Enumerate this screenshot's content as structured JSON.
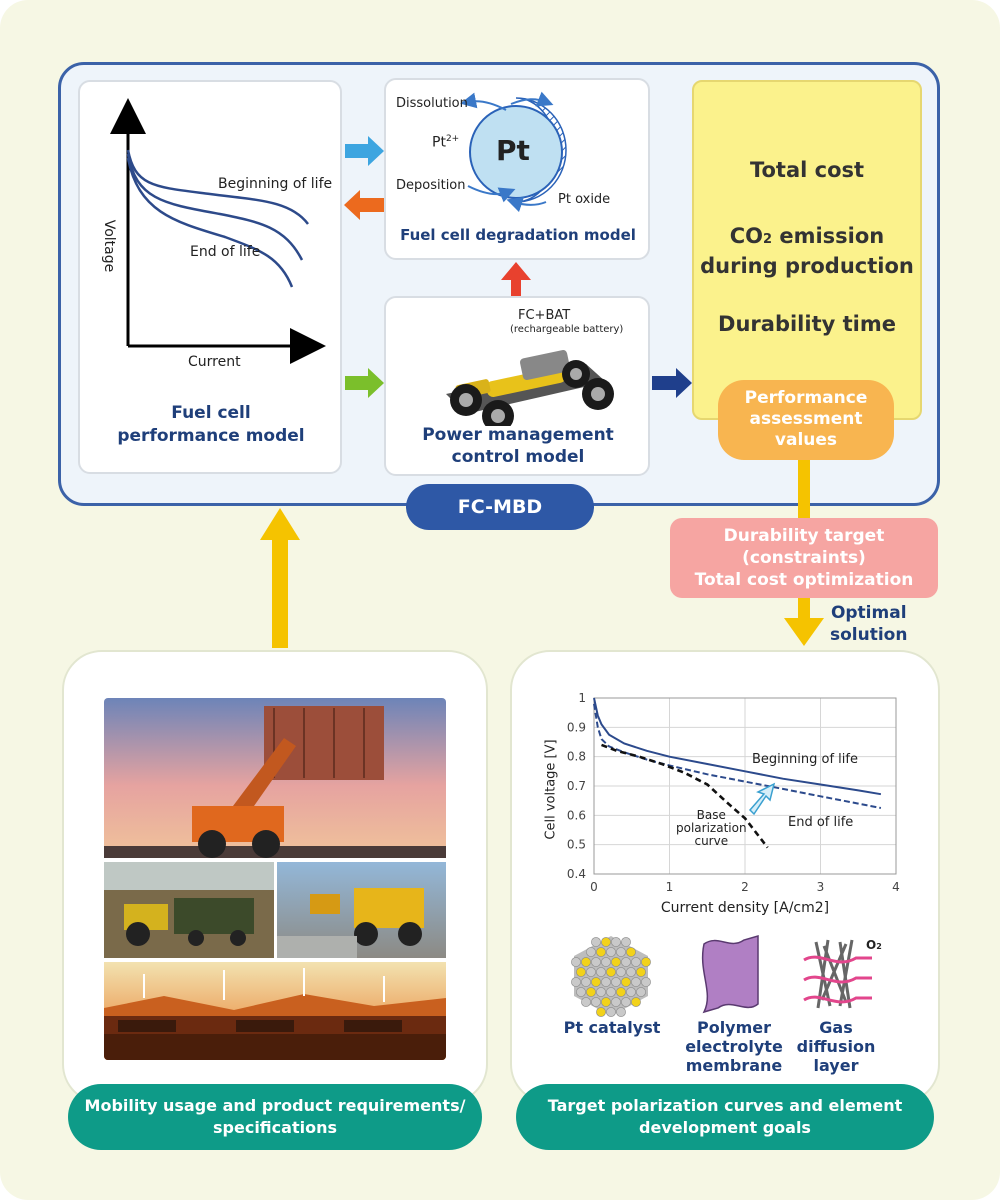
{
  "fc_mbd": {
    "label": "FC-MBD",
    "performance_model": {
      "title_line1": "Fuel cell",
      "title_line2": "performance model",
      "y_axis_label": "Voltage",
      "x_axis_label": "Current",
      "curve_begin_label": "Beginning of life",
      "curve_end_label": "End of life"
    },
    "degradation_model": {
      "title": "Fuel cell degradation model",
      "pt_label": "Pt",
      "dissolution": "Dissolution",
      "deposition": "Deposition",
      "pt_ion_base": "Pt",
      "pt_ion_sup": "2+",
      "pt_oxide": "Pt oxide"
    },
    "power_management": {
      "title_line1": "Power management",
      "title_line2": "control model",
      "fc_bat": "FC+BAT",
      "rechargeable": "(rechargeable battery)"
    },
    "outputs": {
      "total_cost": "Total cost",
      "co2_line1_pre": "CO",
      "co2_line1_sub": "2",
      "co2_line1_post": " emission",
      "co2_line2": "during production",
      "durability_time": "Durability time",
      "assessment_line1": "Performance",
      "assessment_line2": "assessment",
      "assessment_line3": "values"
    }
  },
  "optimization": {
    "line1": "Durability target",
    "line2": "(constraints)",
    "line3": "Total cost optimization",
    "optimal_line1": "Optimal",
    "optimal_line2": "solution"
  },
  "mobility": {
    "caption_line1": "Mobility usage and product requirements/",
    "caption_line2": "specifications"
  },
  "targets": {
    "caption_line1": "Target polarization curves and element",
    "caption_line2": "development goals",
    "elements": {
      "pt_catalyst": "Pt catalyst",
      "membrane_line1": "Polymer",
      "membrane_line2": "electrolyte",
      "membrane_line3": "membrane",
      "gdl_line1": "Gas",
      "gdl_line2": "diffusion",
      "gdl_line3": "layer",
      "o2_pre": "O",
      "o2_sub": "2"
    }
  },
  "chart_data": {
    "type": "line",
    "xlabel": "Current density [A/cm2]",
    "ylabel": "Cell voltage [V]",
    "xlim": [
      0,
      4
    ],
    "ylim": [
      0.4,
      1.0
    ],
    "x_ticks": [
      "0",
      "1",
      "2",
      "3",
      "4"
    ],
    "y_ticks": [
      "0.4",
      "0.5",
      "0.6",
      "0.7",
      "0.8",
      "0.9",
      "1"
    ],
    "grid": true,
    "annotation_base_line1": "Base",
    "annotation_base_line2": "polarization",
    "annotation_base_line3": "curve",
    "series": [
      {
        "name": "Beginning of life",
        "style": "solid",
        "color": "#2c4a8c",
        "x": [
          0,
          0.05,
          0.1,
          0.2,
          0.4,
          0.7,
          1.0,
          1.5,
          2.0,
          2.5,
          3.0,
          3.5,
          3.8
        ],
        "y": [
          1.0,
          0.94,
          0.91,
          0.875,
          0.845,
          0.82,
          0.8,
          0.775,
          0.75,
          0.725,
          0.705,
          0.685,
          0.672
        ]
      },
      {
        "name": "End of life",
        "style": "dashed",
        "color": "#2c4a8c",
        "x": [
          0,
          0.05,
          0.1,
          0.2,
          0.4,
          0.7,
          1.0,
          1.5,
          2.0,
          2.5,
          3.0,
          3.5,
          3.8
        ],
        "y": [
          0.98,
          0.9,
          0.86,
          0.835,
          0.815,
          0.79,
          0.77,
          0.74,
          0.715,
          0.69,
          0.665,
          0.64,
          0.625
        ]
      },
      {
        "name": "Base polarization curve",
        "style": "dashed",
        "color": "#111111",
        "x": [
          0.1,
          0.3,
          0.6,
          0.9,
          1.2,
          1.5,
          1.8,
          2.0,
          2.15,
          2.3
        ],
        "y": [
          0.84,
          0.82,
          0.8,
          0.775,
          0.745,
          0.705,
          0.635,
          0.59,
          0.54,
          0.49
        ]
      }
    ]
  },
  "colors": {
    "background": "#f6f7e4",
    "navy": "#1f3f7a",
    "fc_mbd_badge": "#2e58a6",
    "yellow_box": "#fbf28c",
    "assessment": "#f8b550",
    "optimization": "#f6a5a2",
    "teal": "#0e9b88",
    "arrow_yellow": "#f5c300"
  }
}
